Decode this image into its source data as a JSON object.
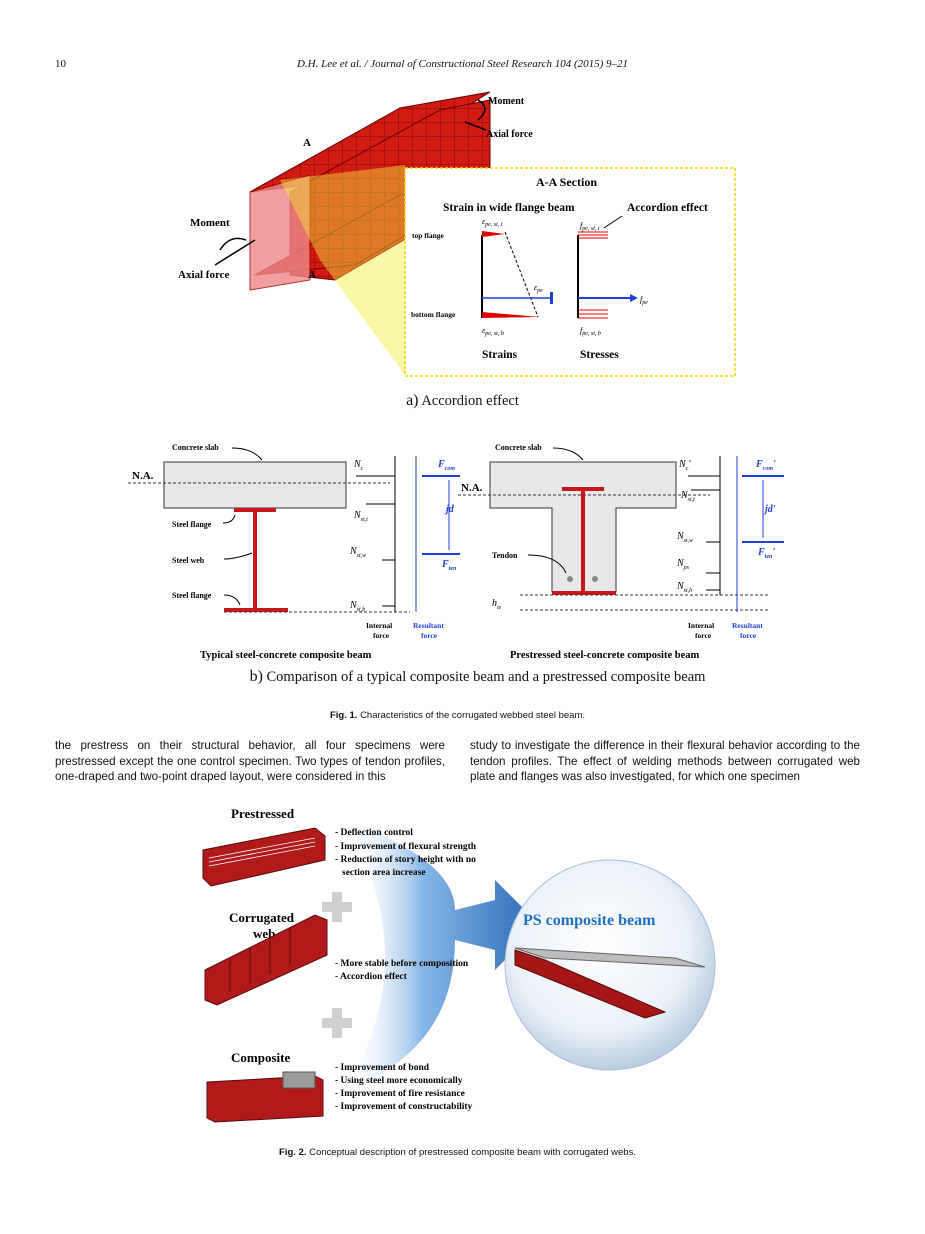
{
  "header": {
    "page_number": "10",
    "running_title": "D.H. Lee et al. / Journal of Constructional Steel Research 104 (2015) 9–21"
  },
  "fig1a": {
    "moment_top": "Moment",
    "axial_top": "Axial force",
    "section_mark": "A",
    "moment_left": "Moment",
    "axial_left": "Axial force",
    "section_title": "A-A Section",
    "strain_title": "Strain in wide flange beam",
    "accordion_title": "Accordion effect",
    "top_flange": "top flange",
    "bottom_flange": "bottom flange",
    "eps_top": "ε",
    "eps_top_sub": "pe, st, t",
    "eps_pe": "ε",
    "eps_pe_sub": "pe",
    "eps_bot": "ε",
    "eps_bot_sub": "pe, st, b",
    "f_top": "f",
    "f_top_sub": "pe, st, t",
    "f_pe": "f",
    "f_pe_sub": "pe",
    "f_bot": "f",
    "f_bot_sub": "pe, st, b",
    "strains": "Strains",
    "stresses": "Stresses",
    "caption_letter": "a)",
    "caption": "Accordion effect"
  },
  "fig1b": {
    "left": {
      "concrete_slab": "Concrete slab",
      "na": "N.A.",
      "steel_flange_top": "Steel flange",
      "steel_web": "Steel web",
      "steel_flange_bot": "Steel flange",
      "nc": "N",
      "nc_sub": "c",
      "nst_t": "N",
      "nst_t_sub": "st,t",
      "nst_w": "N",
      "nst_w_sub": "st,w",
      "nst_b": "N",
      "nst_b_sub": "st,b",
      "fcom": "F",
      "fcom_sub": "com",
      "jd": "jd",
      "ften": "F",
      "ften_sub": "ten",
      "internal1": "Internal",
      "internal2": "force",
      "resultant1": "Resultant",
      "resultant2": "force",
      "title": "Typical steel-concrete composite beam"
    },
    "right": {
      "concrete_slab": "Concrete slab",
      "na": "N.A.",
      "tendon": "Tendon",
      "nc": "N",
      "nc_sub": "c",
      "nc_prime": "'",
      "nst_t": "N",
      "nst_t_sub": "st,t",
      "nst_w": "N",
      "nst_w_sub": "st,w",
      "nps": "N",
      "nps_sub": "ps",
      "nst_b": "N",
      "nst_b_sub": "st,b",
      "hte": "h",
      "hte_sub": "te",
      "fcom": "F",
      "fcom_sub": "com",
      "fcom_prime": "'",
      "jd": "jd'",
      "ften": "F",
      "ften_sub": "ten",
      "ften_prime": "'",
      "internal1": "Internal",
      "internal2": "force",
      "resultant1": "Resultant",
      "resultant2": "force",
      "title": "Prestressed steel-concrete composite beam"
    },
    "caption_letter": "b)",
    "caption": "Comparison of a typical composite beam and a prestressed composite beam"
  },
  "fig1_caption": {
    "label": "Fig. 1.",
    "text": "Characteristics of the corrugated webbed steel beam."
  },
  "body": {
    "left_col": "the prestress on their structural behavior, all four specimens were prestressed except the one control specimen. Two types of tendon profiles, one-draped and two-point draped layout, were considered in this",
    "right_col": "study to investigate the difference in their flexural behavior according to the tendon profiles. The effect of welding methods between corrugated web plate and flanges was also investigated, for which one specimen"
  },
  "fig2": {
    "prestressed_title": "Prestressed",
    "prestressed_items": [
      "- Deflection control",
      "- Improvement of flexural strength",
      "- Reduction of story height with no",
      "  section area increase"
    ],
    "corrugated_title1": "Corrugated",
    "corrugated_title2": "web",
    "corrugated_items": [
      "- More stable before composition",
      "- Accordion effect"
    ],
    "composite_title": "Composite",
    "composite_items": [
      "- Improvement of bond",
      "- Using steel more economically",
      "- Improvement of fire resistance",
      "- Improvement of constructability"
    ],
    "ps_title": "PS composite beam"
  },
  "fig2_caption": {
    "label": "Fig. 2.",
    "text": "Conceptual description of prestressed composite beam with corrugated webs."
  },
  "colors": {
    "steel_red": "#c8171b",
    "force_blue": "#1f3fd6",
    "highlight_yellow": "#f4ea3c",
    "ps_blue": "#1f6fc0"
  }
}
